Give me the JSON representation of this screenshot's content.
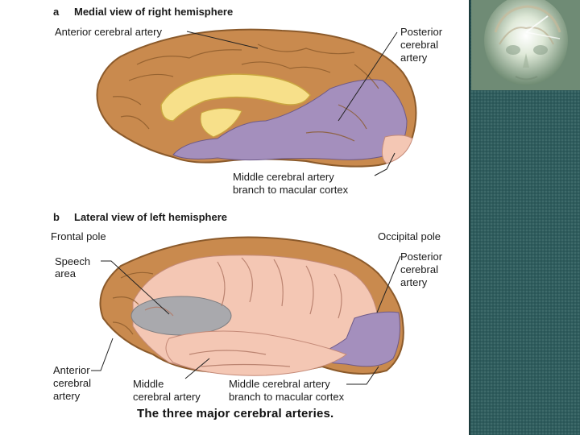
{
  "panel_a": {
    "letter": "a",
    "title": "Medial view of right hemisphere",
    "label_aca": "Anterior cerebral artery",
    "label_pca_1": "Posterior",
    "label_pca_2": "cerebral",
    "label_pca_3": "artery",
    "label_mca_macular_1": "Middle cerebral artery",
    "label_mca_macular_2": "branch to macular cortex"
  },
  "panel_b": {
    "letter": "b",
    "title": "Lateral view of left hemisphere",
    "label_frontal": "Frontal pole",
    "label_occipital": "Occipital pole",
    "label_speech_1": "Speech",
    "label_speech_2": "area",
    "label_pca_1": "Posterior",
    "label_pca_2": "cerebral",
    "label_pca_3": "artery",
    "label_aca_1": "Anterior",
    "label_aca_2": "cerebral",
    "label_aca_3": "artery",
    "label_mca_1": "Middle",
    "label_mca_2": "cerebral artery",
    "label_mca_macular_1": "Middle cerebral artery",
    "label_mca_macular_2": "branch to macular cortex"
  },
  "caption": "The three major cerebral arteries.",
  "colors": {
    "aca_territory": "#c98a4e",
    "mca_territory": "#f4c7b4",
    "pca_territory": "#a48fbd",
    "corpus_callosum": "#f7e08a",
    "speech_area": "#a9a9ad",
    "side_panel": "#2f5d5e"
  }
}
